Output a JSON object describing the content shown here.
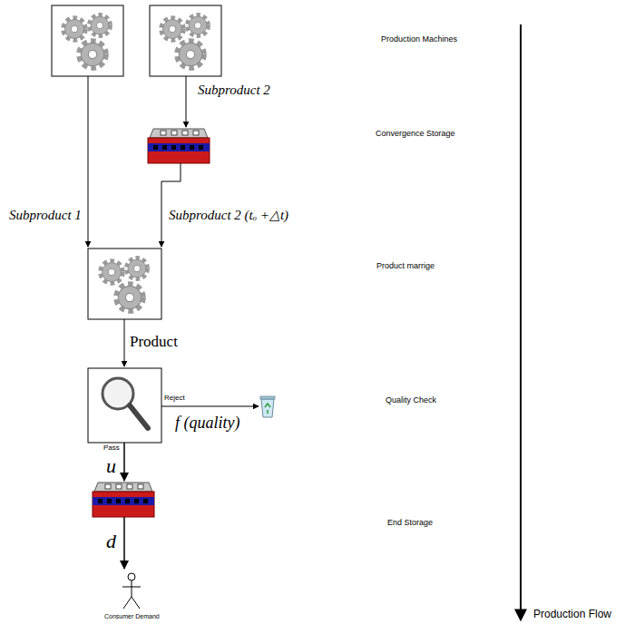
{
  "diagram": {
    "labels": [
      "Production Machines",
      "Subproduct 2",
      "Convergence Storage",
      "Subproduct 1",
      "Subproduct 2 (tₒ +△t)",
      "Product marrige",
      "Product",
      "Reject",
      "f (quality)",
      "Quality Check",
      "Pass",
      "u",
      "End Storage",
      "d",
      "Consumer Demand",
      "Production Flow"
    ]
  }
}
